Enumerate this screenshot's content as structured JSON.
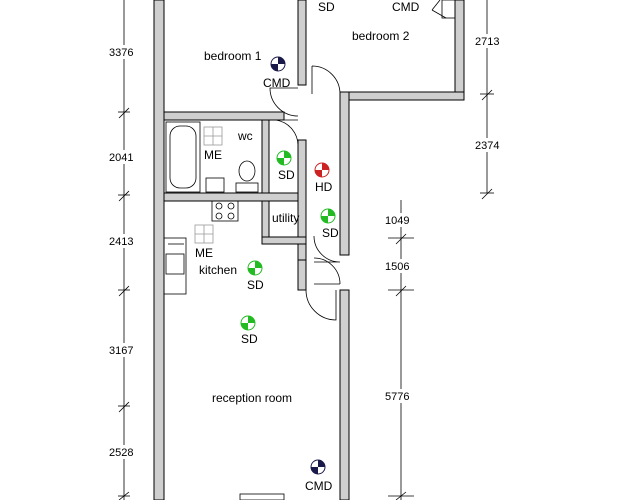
{
  "rooms": {
    "bedroom1": "bedroom 1",
    "bedroom2": "bedroom 2",
    "wc": "wc",
    "utility": "utility",
    "kitchen": "kitchen",
    "reception": "reception room"
  },
  "symbols": {
    "cmd1": "CMD",
    "sd_top": "SD",
    "cmd_top": "CMD",
    "me_wc": "ME",
    "sd_wc": "SD",
    "hd": "HD",
    "sd_utility": "SD",
    "me_kitchen": "ME",
    "sd_kitchen": "SD",
    "sd_reception": "SD",
    "cmd_reception": "CMD"
  },
  "dims_left": [
    "3376",
    "2041",
    "2413",
    "3167",
    "2528"
  ],
  "dims_right": [
    "2713",
    "2374",
    "1049",
    "1506",
    "5776"
  ],
  "colors": {
    "wall": "#cfcfcf",
    "smoke_detector": "#22bb22",
    "heat_detector": "#cc2222",
    "co_detector": "#1a1a4a"
  }
}
